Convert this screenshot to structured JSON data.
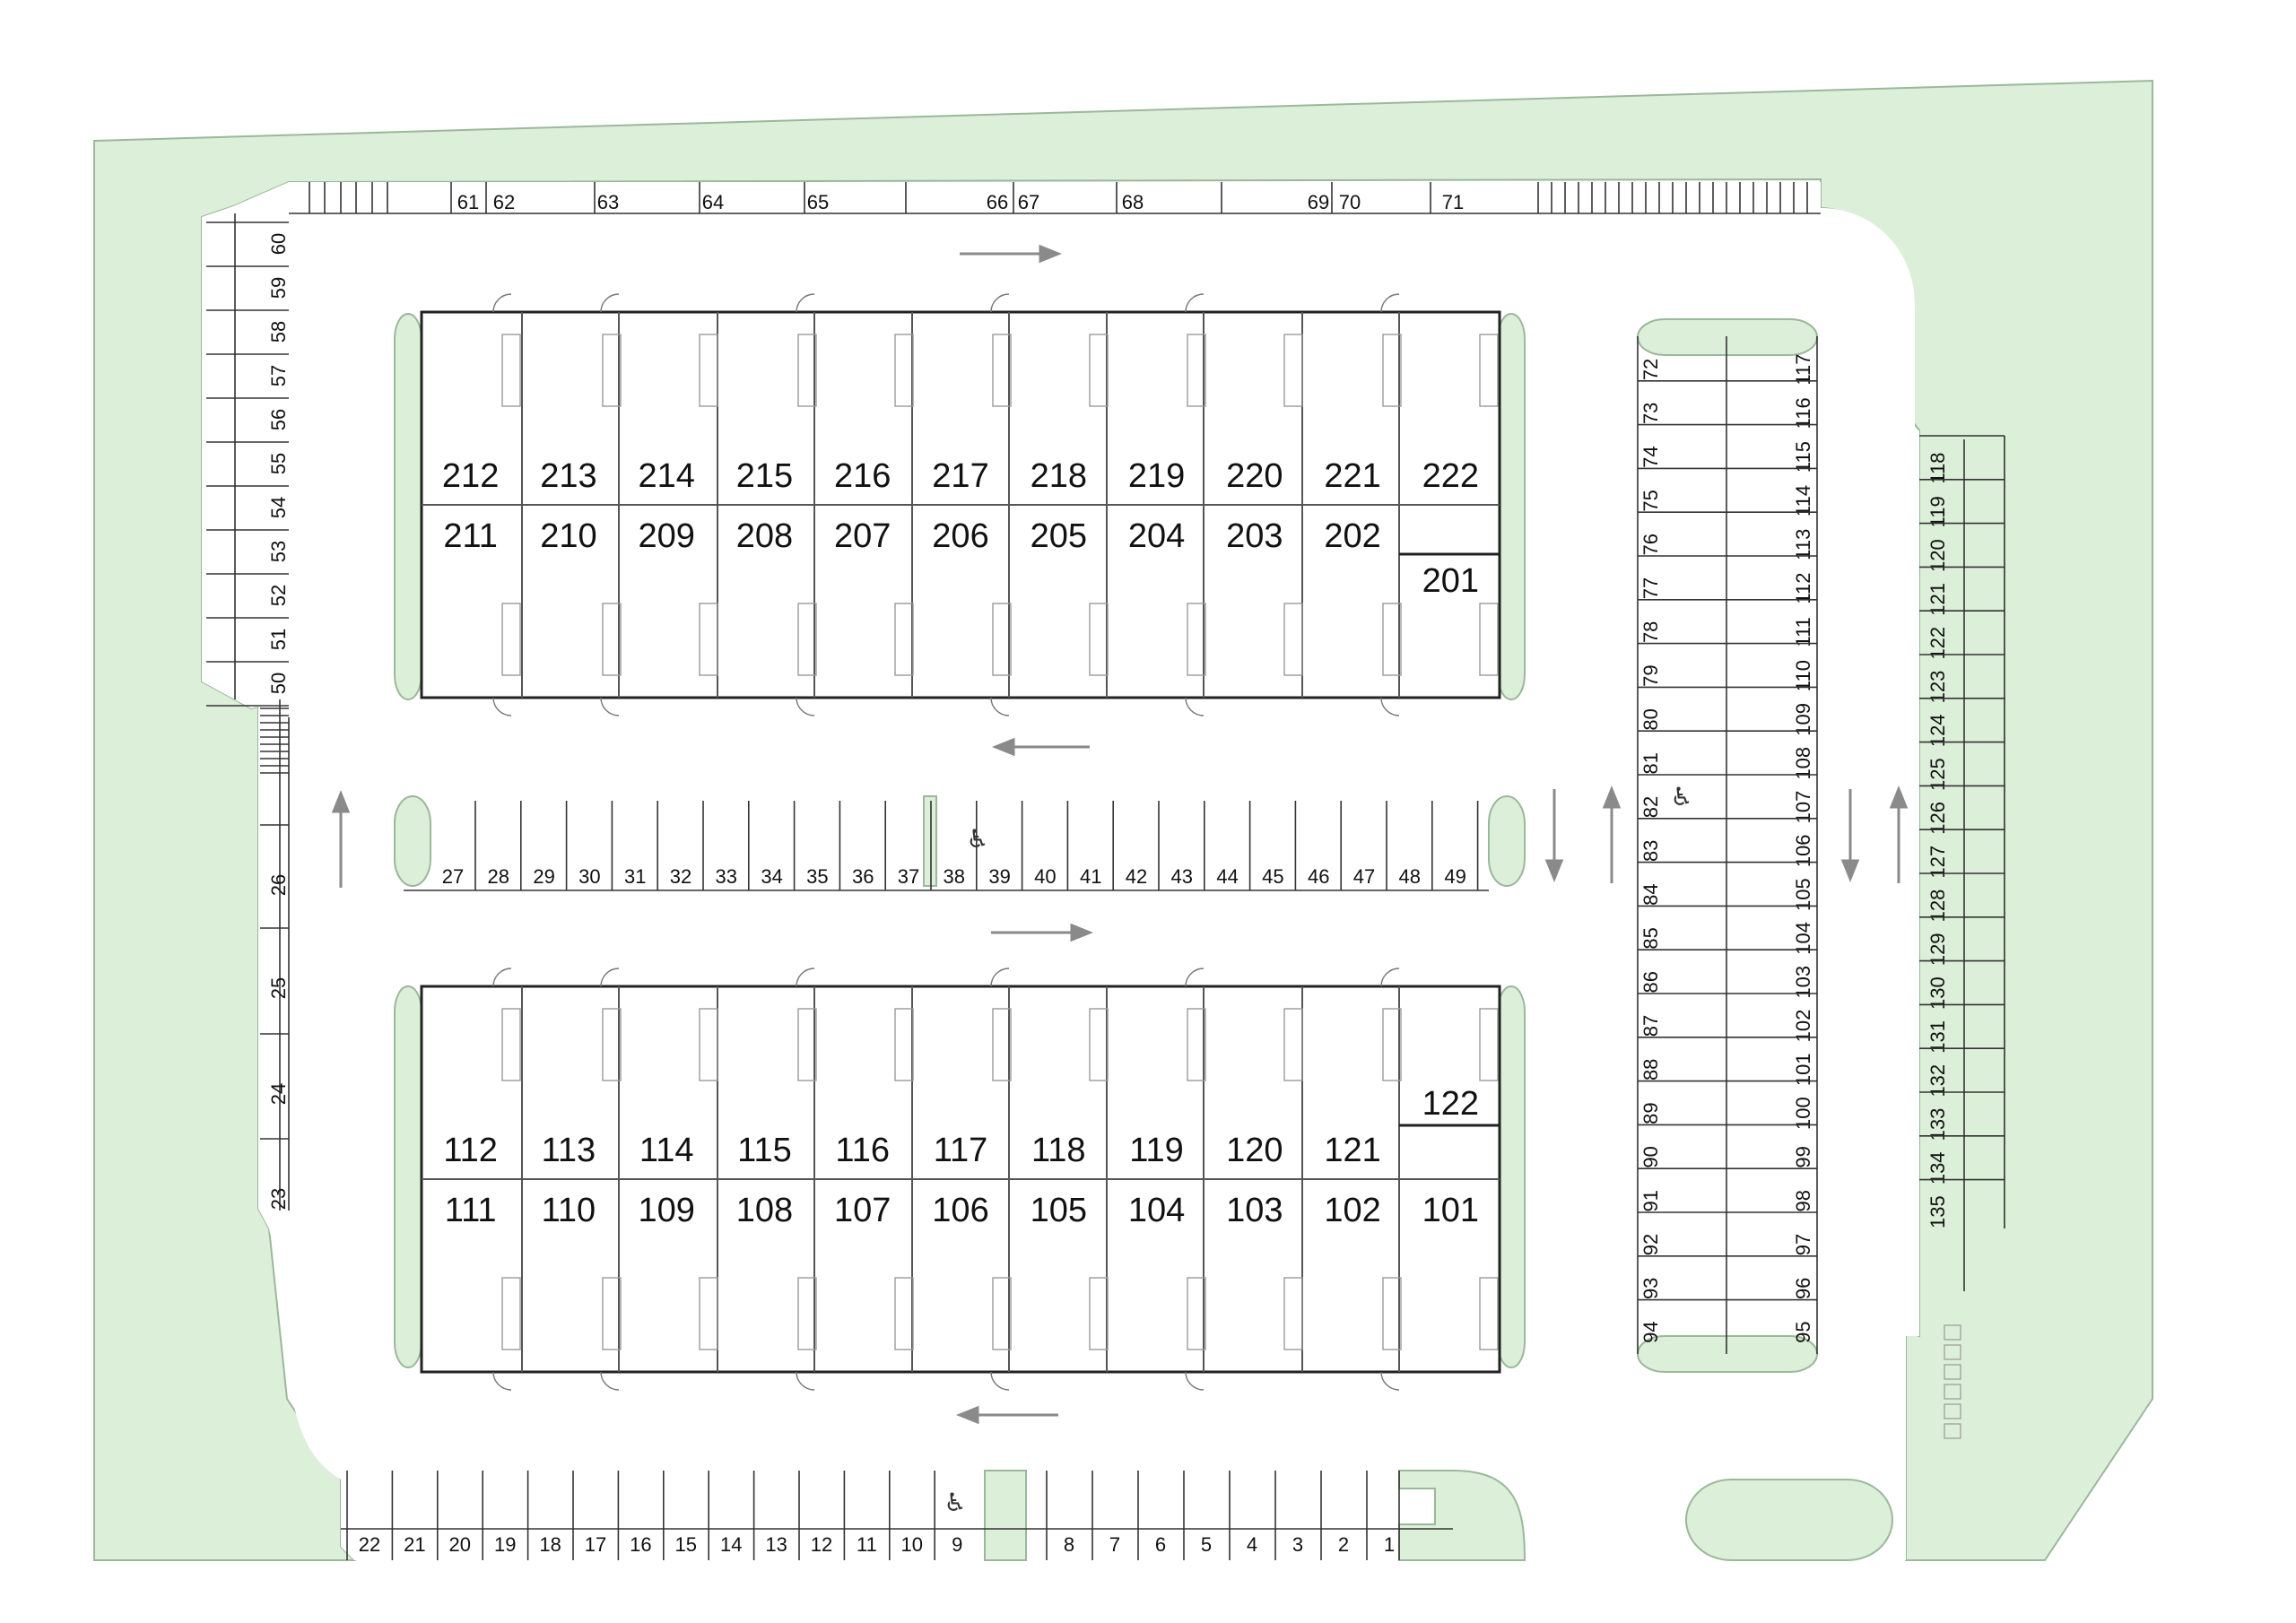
{
  "colors": {
    "landscape": "#dcefd9",
    "building_wall": "#222222",
    "arrow": "#8a8a8a"
  },
  "buildings": {
    "north": {
      "top_row": [
        "212",
        "213",
        "214",
        "215",
        "216",
        "217",
        "218",
        "219",
        "220",
        "221",
        "222"
      ],
      "bottom_row": [
        "211",
        "210",
        "209",
        "208",
        "207",
        "206",
        "205",
        "204",
        "203",
        "202"
      ],
      "corner_unit": "201"
    },
    "south": {
      "top_row": [
        "112",
        "113",
        "114",
        "115",
        "116",
        "117",
        "118",
        "119",
        "120",
        "121"
      ],
      "bottom_row": [
        "111",
        "110",
        "109",
        "108",
        "107",
        "106",
        "105",
        "104",
        "103",
        "102",
        "101"
      ],
      "corner_unit": "122"
    }
  },
  "parking": {
    "top_row": [
      "61",
      "62",
      "63",
      "64",
      "65",
      "66",
      "67",
      "68",
      "69",
      "70",
      "71"
    ],
    "west_column": [
      "60",
      "59",
      "58",
      "57",
      "56",
      "55",
      "54",
      "53",
      "52",
      "51",
      "50"
    ],
    "west_lower": [
      "26",
      "25",
      "24",
      "23"
    ],
    "middle_row": [
      "27",
      "28",
      "29",
      "30",
      "31",
      "32",
      "33",
      "34",
      "35",
      "36",
      "37",
      "38",
      "39",
      "40",
      "41",
      "42",
      "43",
      "44",
      "45",
      "46",
      "47",
      "48",
      "49"
    ],
    "bottom_row_west": [
      "22",
      "21",
      "20",
      "19",
      "18",
      "17",
      "16",
      "15",
      "14",
      "13",
      "12",
      "11",
      "10",
      "9"
    ],
    "bottom_row_east": [
      "8",
      "7",
      "6",
      "5",
      "4",
      "3",
      "2",
      "1"
    ],
    "island_left": [
      "72",
      "73",
      "74",
      "75",
      "76",
      "77",
      "78",
      "79",
      "80",
      "81",
      "82",
      "83",
      "84",
      "85",
      "86",
      "87",
      "88",
      "89",
      "90",
      "91",
      "92",
      "93",
      "94"
    ],
    "island_right": [
      "117",
      "116",
      "115",
      "114",
      "113",
      "112",
      "111",
      "110",
      "109",
      "108",
      "107",
      "106",
      "105",
      "104",
      "103",
      "102",
      "101",
      "100",
      "99",
      "98",
      "97",
      "96",
      "95"
    ],
    "east_column": [
      "118",
      "119",
      "120",
      "121",
      "122",
      "123",
      "124",
      "125",
      "126",
      "127",
      "128",
      "129",
      "130",
      "131",
      "132",
      "133",
      "134",
      "135"
    ]
  },
  "icons": [
    "accessible-parking-icon",
    "direction-arrow-icon",
    "door-swing-icon"
  ]
}
